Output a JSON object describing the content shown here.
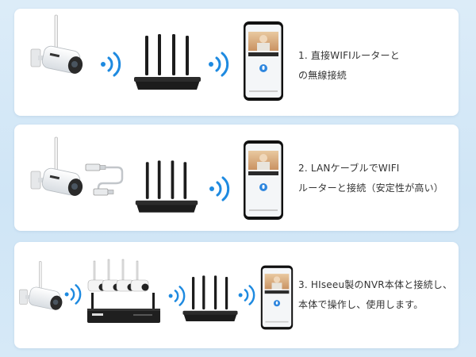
{
  "colors": {
    "accent_blue": "#1e8ae0",
    "background": "#d6e9f7",
    "card": "#ffffff",
    "router": "#1c1c1c",
    "phone_screen": "#f4f6f8",
    "phone_button": "#2e86de"
  },
  "steps": [
    {
      "line1": "1. 直接WIFIルーターと",
      "line2": "の無線接続",
      "icons": [
        "camera-icon",
        "wifi-signal-icon",
        "router-icon",
        "wifi-signal-icon",
        "smartphone-icon"
      ]
    },
    {
      "line1": "2. LANケーブルでWIFI",
      "line2": "ルーターと接続（安定性が高い）",
      "icons": [
        "camera-icon",
        "lan-cable-icon",
        "router-icon",
        "wifi-signal-icon",
        "smartphone-icon"
      ]
    },
    {
      "line1": "3. HIseeu製のNVR本体と接続し、",
      "line2": "本体で操作し、使用します。",
      "icons": [
        "camera-icon",
        "wifi-signal-icon",
        "nvr-kit-icon",
        "wifi-signal-icon",
        "router-icon",
        "wifi-signal-icon",
        "smartphone-icon"
      ]
    }
  ]
}
